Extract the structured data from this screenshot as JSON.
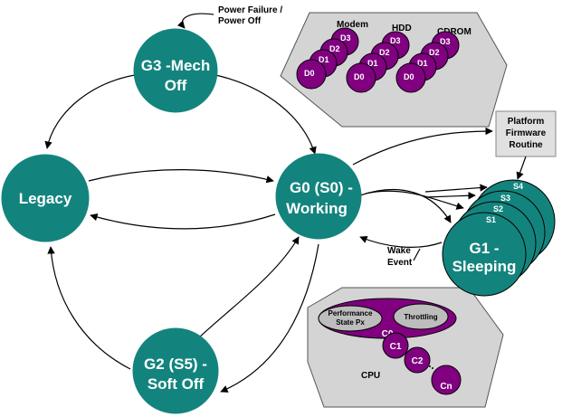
{
  "states": {
    "g3_line1": "G3 -Mech",
    "g3_line2": "Off",
    "legacy": "Legacy",
    "g0_line1": "G0 (S0) -",
    "g0_line2": "Working",
    "g2_line1": "G2 (S5) -",
    "g2_line2": "Soft Off",
    "g1_line1": "G1 -",
    "g1_line2": "Sleeping"
  },
  "annotations": {
    "power_failure_line1": "Power Failure /",
    "power_failure_line2": "Power Off",
    "wake_line1": "Wake",
    "wake_line2": "Event"
  },
  "firmware_box": {
    "line1": "Platform",
    "line2": "Firmware",
    "line3": "Routine"
  },
  "devices": {
    "groups": [
      {
        "name": "Modem",
        "states": [
          "D3",
          "D2",
          "D1",
          "D0"
        ]
      },
      {
        "name": "HDD",
        "states": [
          "D3",
          "D2",
          "D1",
          "D0"
        ]
      },
      {
        "name": "CDROM",
        "states": [
          "D3",
          "D2",
          "D1",
          "D0"
        ]
      }
    ]
  },
  "sleep_states": [
    "S4",
    "S3",
    "S2",
    "S1"
  ],
  "cpu": {
    "label": "CPU",
    "performance_line1": "Performance",
    "performance_line2": "State Px",
    "throttling": "Throttling",
    "c_states": [
      "C0",
      "C1",
      "C2",
      "Cn"
    ]
  },
  "colors": {
    "teal": "#13847d",
    "purple": "#800080",
    "panel_gray": "#d4d4d4",
    "firmware_gray": "#e0e0e0",
    "inner_gray": "#bdbdbd"
  }
}
